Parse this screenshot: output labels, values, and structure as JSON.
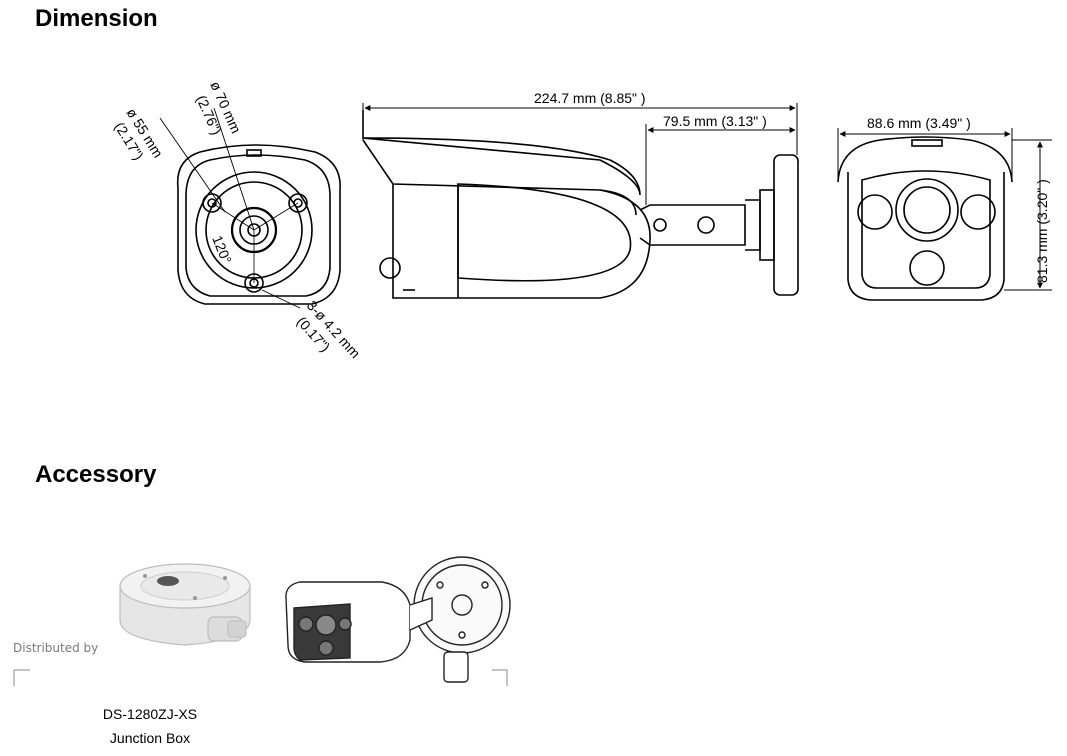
{
  "sections": {
    "dimension_title": "Dimension",
    "accessory_title": "Accessory"
  },
  "dimensions": {
    "dia_70": "ø 70 mm",
    "dia_70_in": "(2.76\")",
    "dia_55": "ø 55 mm",
    "dia_55_in": "(2.17\")",
    "angle": "120°",
    "holes": "3-ø 4.2 mm",
    "holes_in": "(0.17\")",
    "length": "224.7 mm (8.85\" )",
    "mount_length": "79.5 mm (3.13\" )",
    "width": "88.6 mm (3.49\" )",
    "height": "81.3 mm (3.20\" )"
  },
  "accessory": {
    "distributed_by": "Distributed by",
    "model": "DS-1280ZJ-XS",
    "name": "Junction Box"
  }
}
